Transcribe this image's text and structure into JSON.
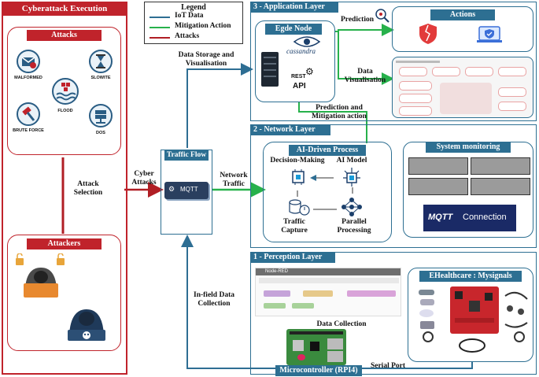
{
  "left_panel": {
    "title": "Cyberattack Execution",
    "attacks_header": "Attacks",
    "attacks": [
      "MALFORMED",
      "SLOWITE",
      "FLOOD",
      "BRUTE FORCE",
      "DOS"
    ],
    "attack_selection": "Attack Selection",
    "attackers_header": "Attackers"
  },
  "legend": {
    "title": "Legend",
    "items": [
      {
        "label": "IoT Data",
        "color": "#2e6e93"
      },
      {
        "label": "Mitigation Action",
        "color": "#27b14b"
      },
      {
        "label": "Attacks",
        "color": "#b01e24"
      }
    ]
  },
  "middle": {
    "data_storage": "Data Storage and Visualisation",
    "cyber_attacks": "Cyber Attacks",
    "traffic_flow_header": "Traffic Flow",
    "mqtt_label": "MQTT",
    "network_traffic": "Network Traffic",
    "in_field": "In-field Data Collection"
  },
  "application_layer": {
    "title": "3 - Application  Layer",
    "edge_node_header": "Egde Node",
    "cassandra": "cassandra",
    "rest": "REST",
    "api": "API",
    "prediction": "Prediction",
    "actions_header": "Actions",
    "data_visualisation": "Data Visualisation",
    "prediction_mitigation": "Prediction and Mitigation action"
  },
  "network_layer": {
    "title": "2 - Network Layer",
    "ai_header": "AI-Driven Process",
    "decision_making": "Decision-Making",
    "ai_model": "AI Model",
    "traffic_capture": "Traffic Capture",
    "parallel_processing": "Parallel Processing",
    "system_monitoring_header": "System monitoring",
    "mqtt_connection_a": "MQTT",
    "mqtt_connection_b": "Connection"
  },
  "perception_layer": {
    "title": "1 - Perception Layer",
    "nodered": "Node-RED",
    "data_collection": "Data Collection",
    "ehealth_header": "EHealthcare : Mysignals",
    "microcontroller": "Microcontroller (RPI4)",
    "serial_port": "Serial Port"
  },
  "colors": {
    "red": "#c0232b",
    "blue": "#2d6f92",
    "green": "#27b14b"
  }
}
